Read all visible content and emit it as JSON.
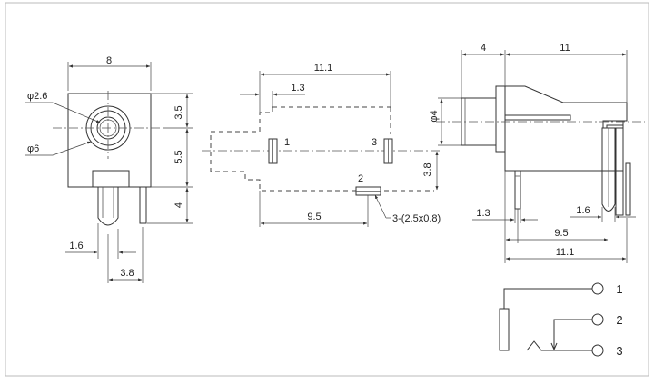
{
  "front_view": {
    "width_dim": "8",
    "dim_top": "3.5",
    "dim_mid": "5.5",
    "dim_bottom": "4",
    "inner_dia": "φ2.6",
    "outer_dia": "φ6",
    "pin_width": "1.6",
    "pin_spacing": "3.8"
  },
  "pcb_layout": {
    "total_length": "11.1",
    "pad1_offset": "1.3",
    "pad_spacing_vertical": "3.8",
    "pad_spacing_horizontal": "9.5",
    "pad1_label": "1",
    "pad2_label": "2",
    "pad3_label": "3",
    "pad_size_note": "3-(2.5x0.8)"
  },
  "side_view": {
    "front_length": "4",
    "body_length": "11",
    "nose_dia": "φ4",
    "pin_offset": "1.3",
    "pin_width": "1.6",
    "pin_spacing": "9.5",
    "total_length": "11.1"
  },
  "schematic": {
    "terminal1": "1",
    "terminal2": "2",
    "terminal3": "3"
  }
}
